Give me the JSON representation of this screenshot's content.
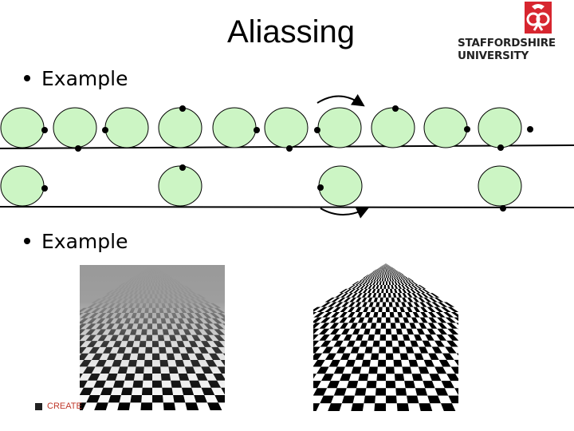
{
  "slide": {
    "title": "Aliassing",
    "bullets": [
      "Example",
      "Example"
    ],
    "footer_text": "CREATE"
  },
  "logo": {
    "line1": "STAFFORDSHIRE",
    "line2": "UNIVERSITY",
    "accent_color": "#d7262f"
  },
  "colors": {
    "wheel_fill": "#ccf5c4",
    "line": "#000000"
  },
  "images": {
    "left": "smooth-checkerboard",
    "right": "aliased-checkerboard"
  }
}
